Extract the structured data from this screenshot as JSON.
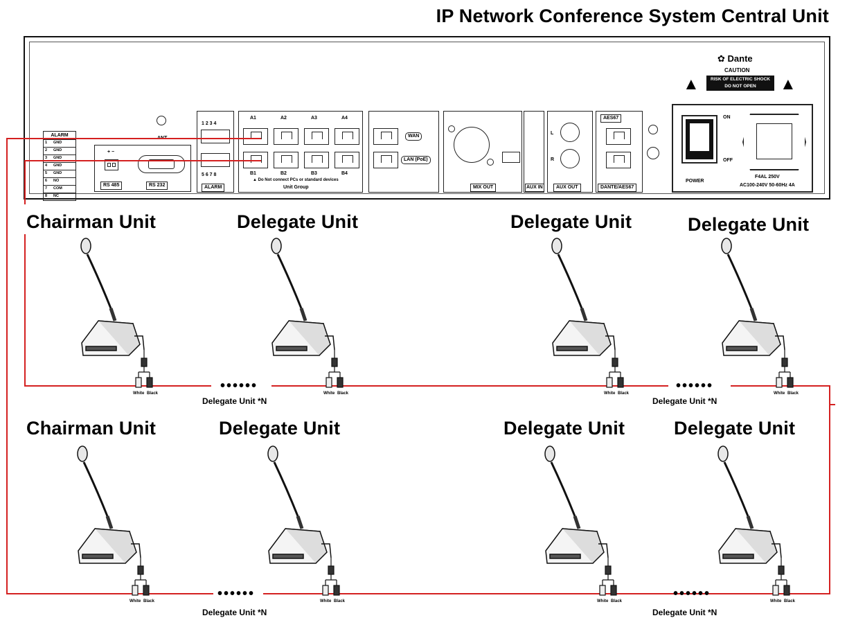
{
  "title": "IP Network Conference System Central Unit",
  "panel": {
    "brand": "Dante",
    "caution_title": "CAUTION",
    "caution_line1": "RISK OF ELECTRIC SHOCK",
    "caution_line2": "DO NOT OPEN",
    "alarm_header": "ALARM",
    "alarm_rows": [
      {
        "num": "1",
        "text": "GND"
      },
      {
        "num": "2",
        "text": "GND"
      },
      {
        "num": "3",
        "text": "GND"
      },
      {
        "num": "4",
        "text": "GND"
      },
      {
        "num": "5",
        "text": "GND"
      },
      {
        "num": "6",
        "text": "NO"
      },
      {
        "num": "7",
        "text": "COM"
      },
      {
        "num": "8",
        "text": "NC"
      }
    ],
    "ant_label": "ANT",
    "rs485_polarity": "+ −",
    "rs485_label": "RS 485",
    "rs232_label": "RS 232",
    "alarm_pins_top": "1 2 3 4",
    "alarm_pins_bottom": "5 6 7 8",
    "alarm_label": "ALARM",
    "port_top_labels": [
      "A1",
      "A2",
      "A3",
      "A4"
    ],
    "port_bottom_labels": [
      "B1",
      "B2",
      "B3",
      "B4"
    ],
    "unit_group_warning": "Do Not connect PCs or standard devices",
    "unit_group_label": "Unit Group",
    "wan_label": "WAN",
    "lan_label": "LAN (PoE)",
    "mix_out_label": "MIX OUT",
    "aux_in_label": "AUX IN",
    "aux_out_left": "L",
    "aux_out_right": "R",
    "aux_out_label": "AUX OUT",
    "aes67_top": "AES67",
    "dante_label": "DANTE/AES67",
    "on_label": "ON",
    "off_label": "OFF",
    "power_label": "POWER",
    "fuse_line1": "F4AL 250V",
    "fuse_line2": "AC100-240V 50-60Hz 4A"
  },
  "row1": {
    "labels": [
      "Chairman Unit",
      "Delegate Unit",
      "Delegate Unit",
      "Delegate Unit"
    ],
    "chain_left": "Delegate Unit *N",
    "chain_right": "Delegate Unit *N",
    "dots": "••••••"
  },
  "row2": {
    "labels": [
      "Chairman Unit",
      "Delegate Unit",
      "Delegate Unit",
      "Delegate Unit"
    ],
    "chain_left": "Delegate Unit *N",
    "chain_right": "Delegate Unit *N",
    "dots": "••••••"
  },
  "connector": {
    "white": "White",
    "black": "Black"
  },
  "colors": {
    "cable": "#d42020",
    "outline": "#111111"
  }
}
